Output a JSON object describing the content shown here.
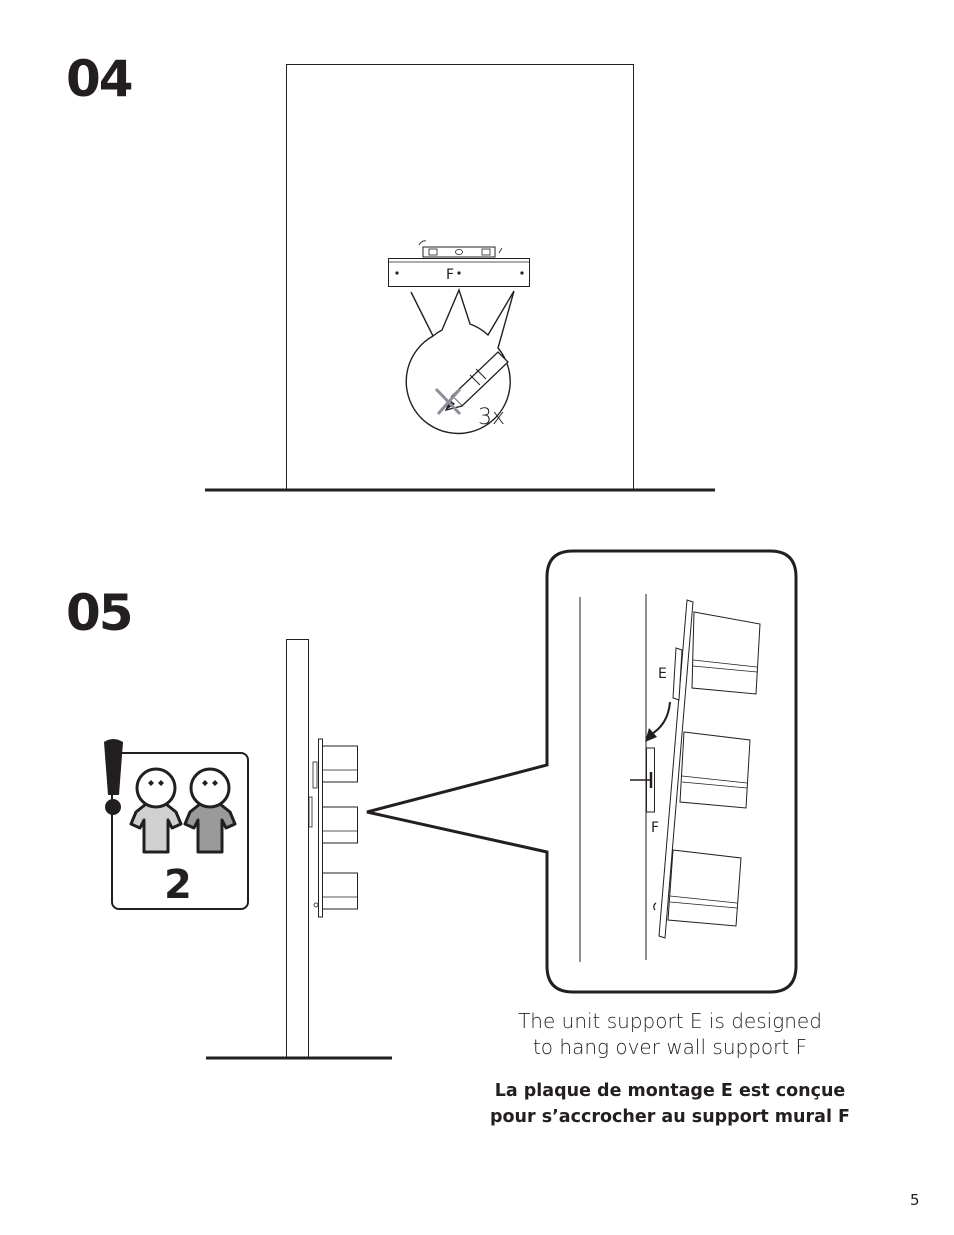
{
  "steps": [
    {
      "number": "04"
    },
    {
      "number": "05"
    }
  ],
  "step04": {
    "bracket_label": "F",
    "repeat_label": "3x",
    "icons": [
      "wall-panel",
      "spirit-level-icon",
      "wall-bracket-f",
      "pencil-icon",
      "mark-x-icon"
    ]
  },
  "step05": {
    "warning": {
      "people_count": "2",
      "icons": [
        "exclamation-icon",
        "person-icon",
        "person-icon"
      ]
    },
    "detail_labels": {
      "unit_support": "E",
      "wall_support": "F"
    },
    "caption_en": [
      "The unit support E is designed",
      "to hang over wall support F"
    ],
    "caption_fr": [
      "La plaque de montage E est conçue",
      "pour s’accrocher au support mural F"
    ]
  },
  "page_number": "5",
  "colors": {
    "ink": "#231f20",
    "shirt_light": "#d0d0d0",
    "shirt_dark": "#9a9a9a",
    "pencil_mark": "#8a8f99"
  }
}
